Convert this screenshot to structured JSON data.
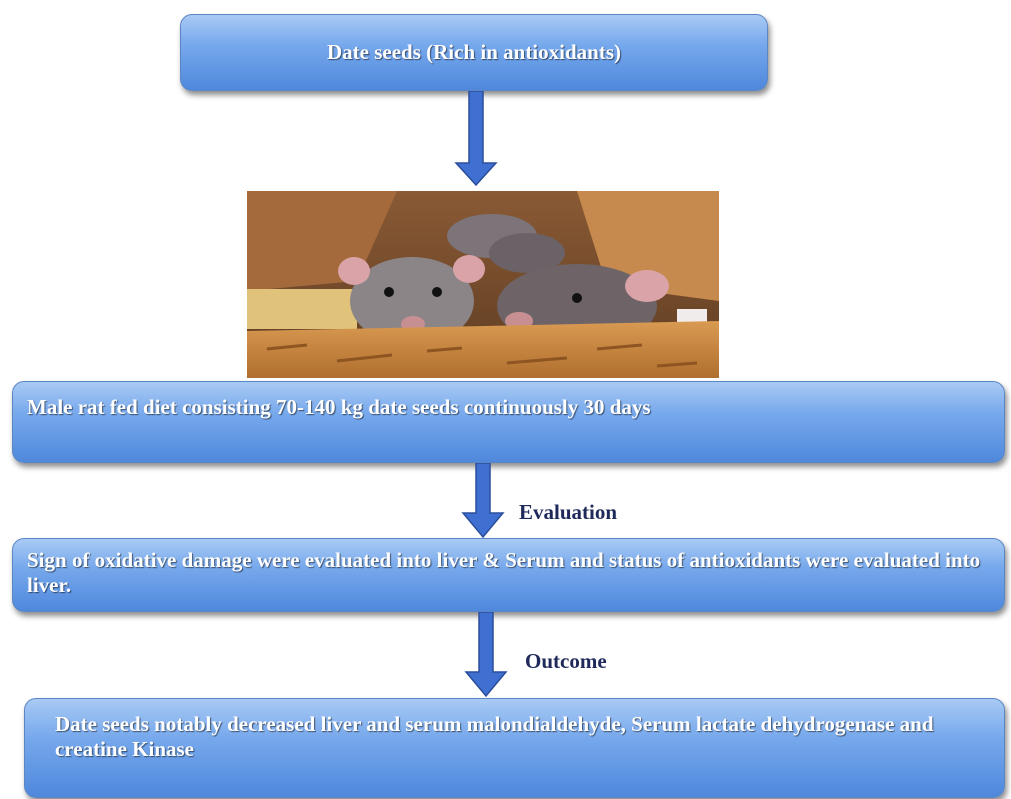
{
  "steps": [
    "Date seeds (Rich in antioxidants)",
    " Male rat fed diet consisting 70-140 kg date seeds continuously 30 days",
    "Sign of oxidative damage were evaluated into liver & Serum and status of antioxidants were evaluated into liver.",
    " Date seeds notably decreased liver and serum malondialdehyde, Serum lactate dehydrogenase and creatine Kinase"
  ],
  "edge_labels": {
    "evaluation": "Evaluation",
    "outcome": "Outcome"
  },
  "colors": {
    "box_top": "#a9caf4",
    "box_bottom": "#4f88dc",
    "arrow": "#3f6fd1",
    "edge_label": "#1f2a5a"
  }
}
